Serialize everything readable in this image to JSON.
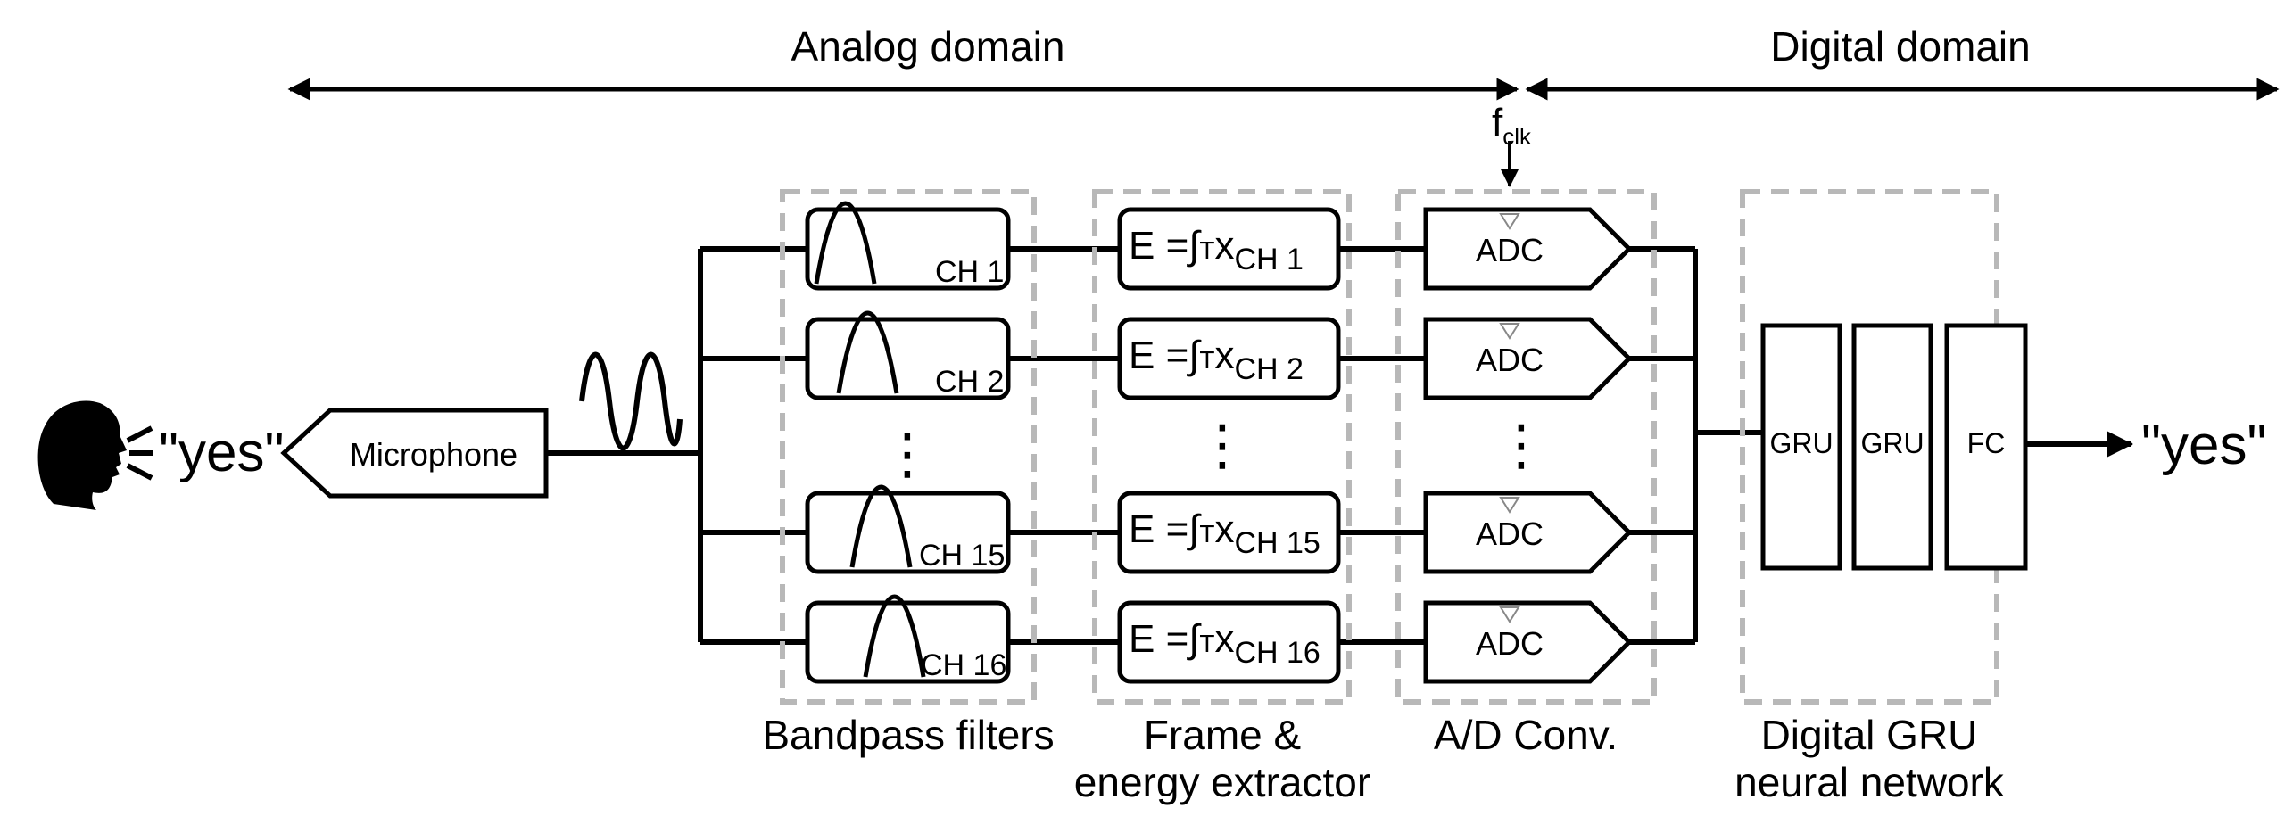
{
  "domains": {
    "analog": "Analog domain",
    "digital": "Digital domain"
  },
  "clock": {
    "base": "f",
    "subscript": "clk"
  },
  "input": {
    "spoken_word": "\"yes\"",
    "microphone": "Microphone"
  },
  "stages": {
    "bandpass": {
      "label": "Bandpass filters"
    },
    "energy": {
      "label_line1": "Frame &",
      "label_line2": "energy extractor",
      "formula": "E =∫",
      "formula_sub": "T",
      "formula_var": "x"
    },
    "adc": {
      "label": "A/D Conv.",
      "block": "ADC"
    },
    "nn": {
      "label_line1": "Digital GRU",
      "label_line2": "neural network",
      "layers": [
        "GRU",
        "GRU",
        "FC"
      ]
    }
  },
  "channels": [
    {
      "name": "CH 1"
    },
    {
      "name": "CH 2"
    },
    {
      "name": "CH 15"
    },
    {
      "name": "CH 16"
    }
  ],
  "ellipsis": "⋮",
  "output": {
    "word": "\"yes\""
  }
}
